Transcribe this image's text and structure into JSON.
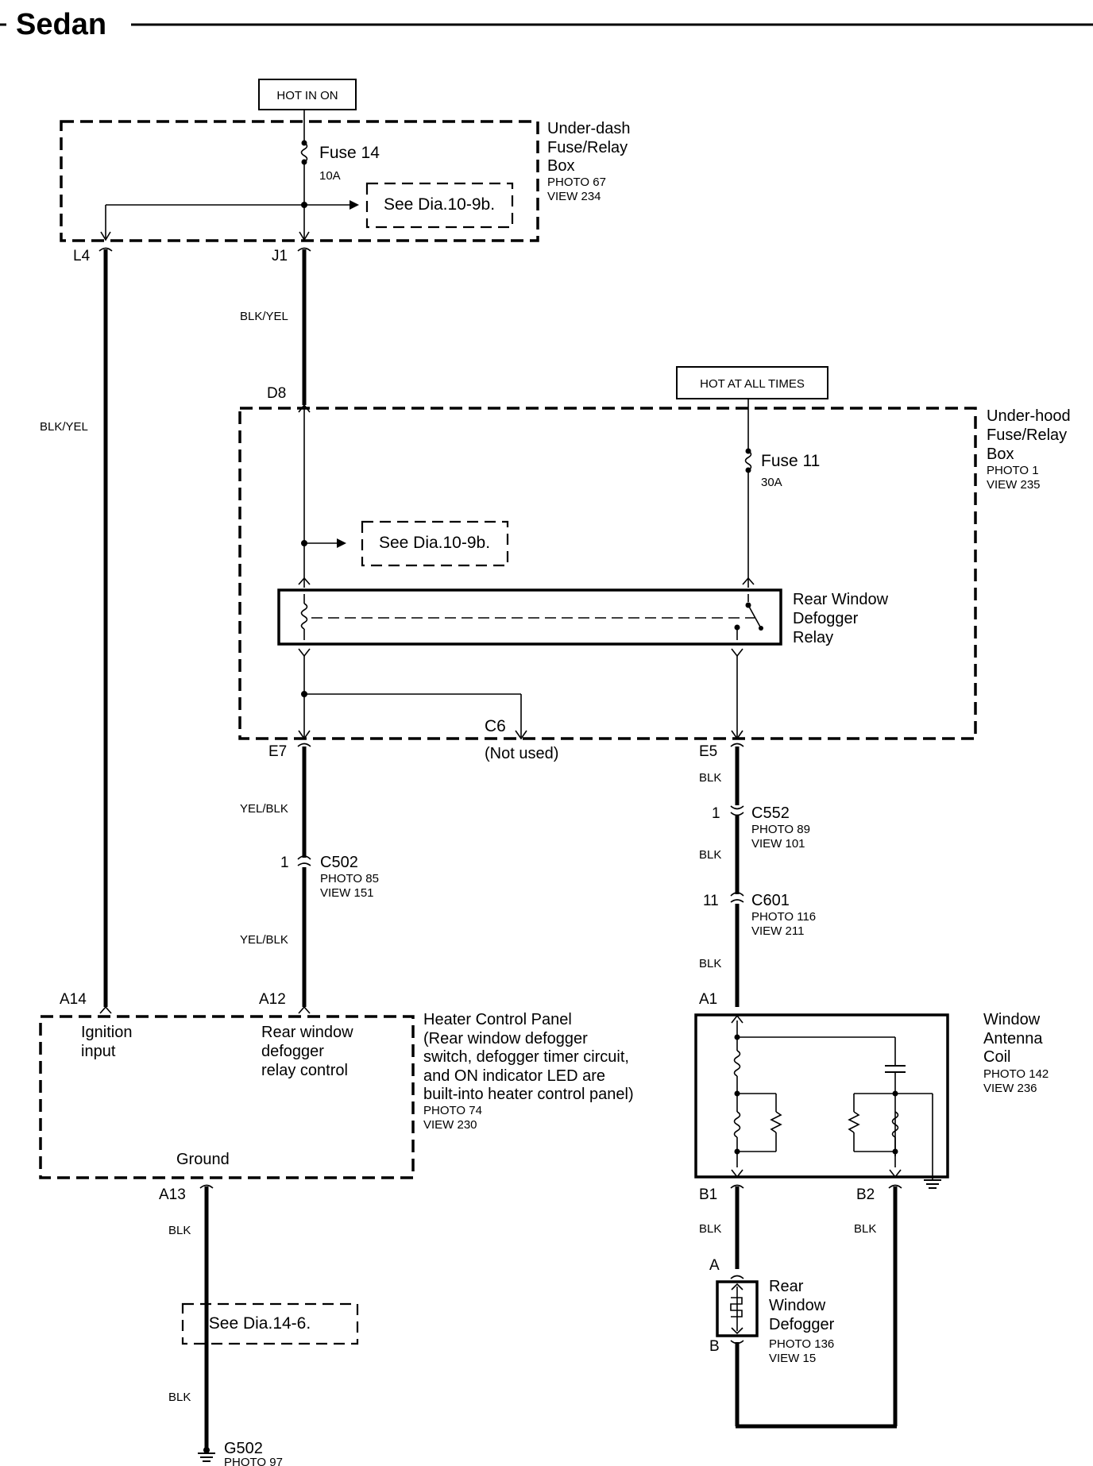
{
  "title": "Sedan",
  "sources": {
    "hot_in_on": "HOT IN ON",
    "hot_at_all_times": "HOT AT ALL TIMES"
  },
  "under_dash_box": {
    "name_lines": [
      "Under-dash",
      "Fuse/Relay",
      "Box"
    ],
    "photo": "PHOTO 67",
    "view": "VIEW 234",
    "fuse_name": "Fuse 14",
    "fuse_rating": "10A",
    "see_dia": "See Dia.10-9b.",
    "pins": {
      "l4": "L4",
      "j1": "J1"
    }
  },
  "under_hood_box": {
    "name_lines": [
      "Under-hood",
      "Fuse/Relay",
      "Box"
    ],
    "photo": "PHOTO 1",
    "view": "VIEW 235",
    "fuse_name": "Fuse 11",
    "fuse_rating": "30A",
    "see_dia": "See Dia.10-9b.",
    "relay_lines": [
      "Rear Window",
      "Defogger",
      "Relay"
    ],
    "pins": {
      "d8": "D8",
      "e7": "E7",
      "e5": "E5",
      "c6": "C6"
    },
    "c6_note": "(Not used)"
  },
  "wires": {
    "blk_yel_1": "BLK/YEL",
    "blk_yel_2": "BLK/YEL",
    "yel_blk_1": "YEL/BLK",
    "yel_blk_2": "YEL/BLK",
    "blk_1": "BLK",
    "blk_2": "BLK",
    "blk_3": "BLK",
    "blk_4": "BLK",
    "blk_5": "BLK",
    "blk_6": "BLK",
    "blk_7": "BLK"
  },
  "connectors": {
    "c502": {
      "pin": "1",
      "name": "C502",
      "photo": "PHOTO 85",
      "view": "VIEW 151"
    },
    "c552": {
      "pin": "1",
      "name": "C552",
      "photo": "PHOTO 89",
      "view": "VIEW 101"
    },
    "c601": {
      "pin": "11",
      "name": "C601",
      "photo": "PHOTO 116",
      "view": "VIEW 211"
    }
  },
  "heater_panel": {
    "name_lines": [
      "Heater Control Panel",
      "(Rear window defogger",
      "switch, defogger timer circuit,",
      "and ON indicator LED are",
      "built-into heater control panel)"
    ],
    "photo": "PHOTO 74",
    "view": "VIEW 230",
    "ignition_lines": [
      "Ignition",
      "input"
    ],
    "relay_ctrl_lines": [
      "Rear window",
      "defogger",
      "relay control"
    ],
    "ground_label": "Ground",
    "pins": {
      "a14": "A14",
      "a12": "A12",
      "a13": "A13"
    }
  },
  "ground_see_dia": "See Dia.14-6.",
  "ground_point": {
    "name": "G502",
    "photo": "PHOTO 97"
  },
  "antenna_coil": {
    "name_lines": [
      "Window",
      "Antenna",
      "Coil"
    ],
    "photo": "PHOTO 142",
    "view": "VIEW 236",
    "pins": {
      "a1": "A1",
      "b1": "B1",
      "b2": "B2"
    }
  },
  "defogger": {
    "name_lines": [
      "Rear",
      "Window",
      "Defogger"
    ],
    "photo": "PHOTO 136",
    "view": "VIEW 15",
    "pins": {
      "a": "A",
      "b": "B"
    }
  }
}
